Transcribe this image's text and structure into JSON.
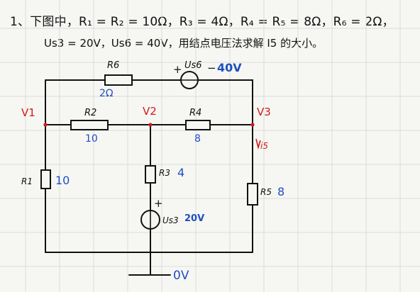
{
  "problem": {
    "line1": "1、下图中，R₁ = R₂ = 10Ω，R₃ = 4Ω，R₄ = R₅ = 8Ω，R₆ = 2Ω，",
    "line2": "Us3 = 20V，Us6 = 40V，用结点电压法求解 I5 的大小。"
  },
  "nodes": {
    "v1": "V1",
    "v2": "V2",
    "v3": "V3"
  },
  "components": {
    "r6": {
      "name": "R6",
      "value": "2Ω"
    },
    "us6": {
      "name": "Us6",
      "value": "40V",
      "plus": "+",
      "minus": "−"
    },
    "r2": {
      "name": "R2",
      "value": "10"
    },
    "r4": {
      "name": "R4",
      "value": "8"
    },
    "r1": {
      "name": "R1",
      "value": "10"
    },
    "r3": {
      "name": "R3",
      "value": "4"
    },
    "r5": {
      "name": "R5",
      "value": "8"
    },
    "us3": {
      "name": "Us3",
      "value": "20V",
      "plus": "+"
    },
    "i5": {
      "name": "i5"
    },
    "ground": {
      "value": "0V"
    }
  },
  "colors": {
    "ink": "#111111",
    "blue": "#1f4fbf",
    "red": "#d11b1b",
    "grid": "#dcdcdc"
  }
}
